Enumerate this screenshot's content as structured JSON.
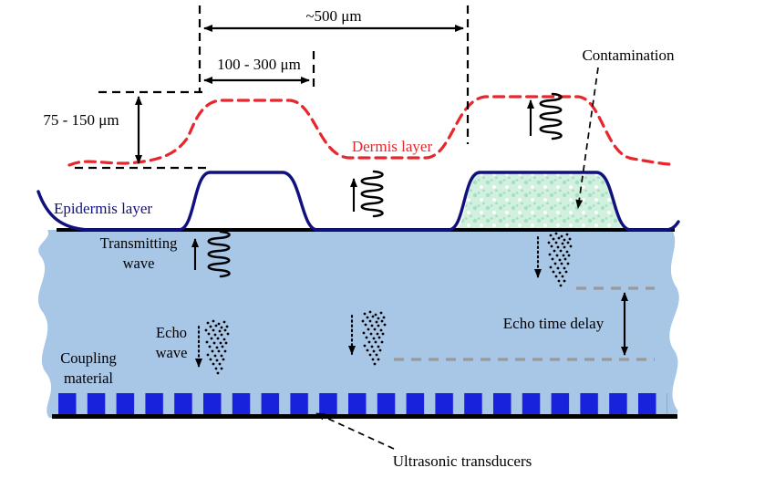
{
  "labels": {
    "dim_500": "~500 μm",
    "dim_100_300": "100 - 300 μm",
    "dim_75_150": "75 - 150 μm",
    "dermis_layer": "Dermis layer",
    "epidermis_layer": "Epidermis layer",
    "contamination": "Contamination",
    "transmitting_wave": [
      "Transmitting",
      "wave"
    ],
    "echo_wave": [
      "Echo",
      "wave"
    ],
    "coupling_material": [
      "Coupling",
      "material"
    ],
    "echo_time_delay": "Echo time delay",
    "ultrasonic_transducers": "Ultrasonic transducers"
  },
  "colors": {
    "ink": "#000000",
    "dermis": "#e8262d",
    "epidermis": "#10107e",
    "coupling": "#a8c6e6",
    "transducer": "#1822dd",
    "contamination_bg": "#d2f0de",
    "contamination_dot": "#a6e0c2",
    "reference_gray": "#999999"
  }
}
